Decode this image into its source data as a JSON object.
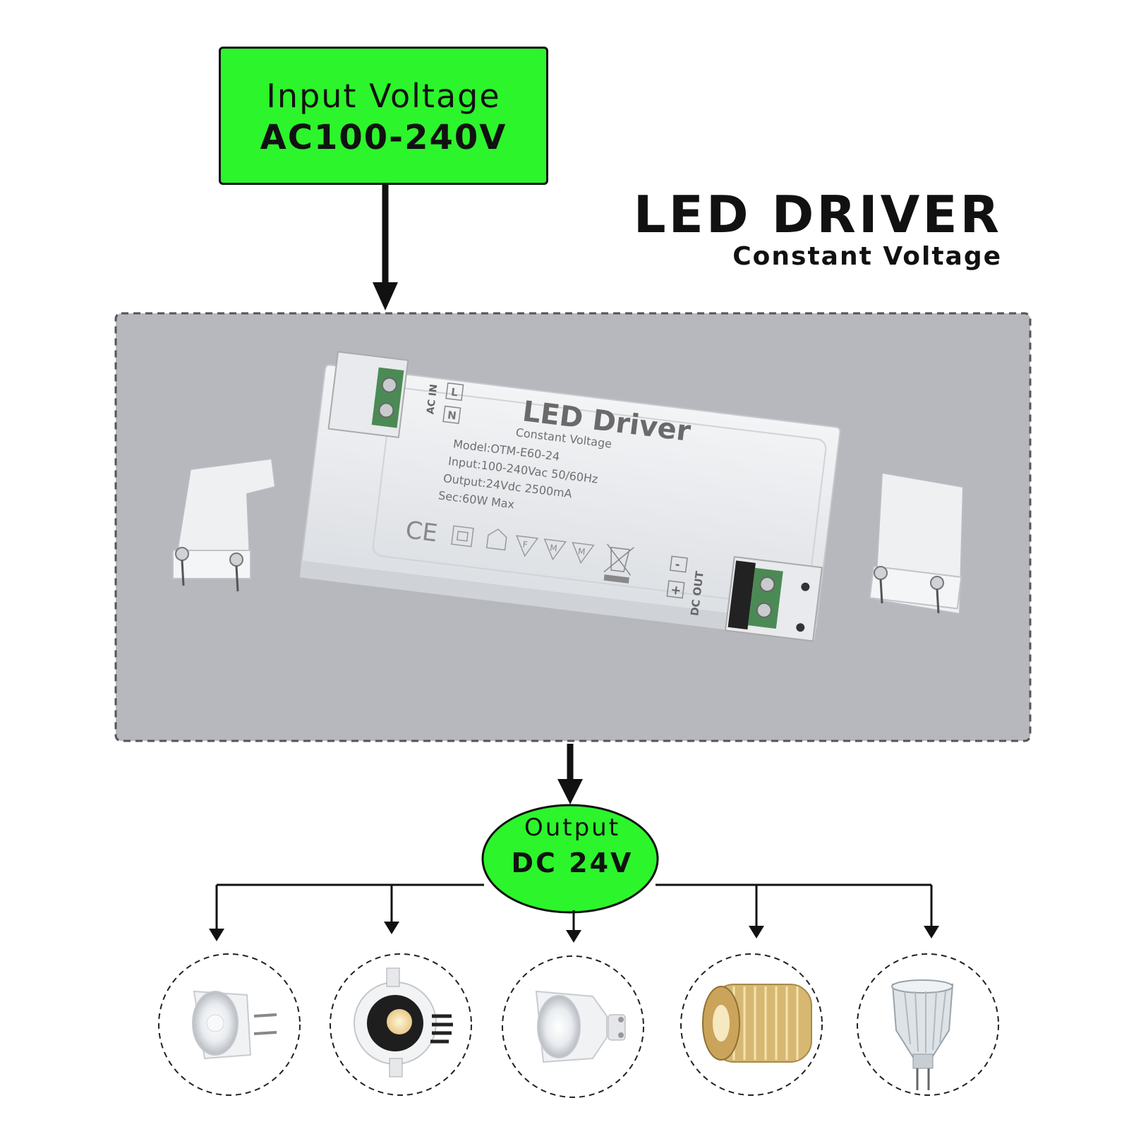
{
  "input": {
    "line1": "Input Voltage",
    "line2": "AC100-240V"
  },
  "title": {
    "main": "LED DRIVER",
    "sub": "Constant Voltage"
  },
  "output": {
    "line1": "Output",
    "line2": "DC 24V"
  },
  "device": {
    "heading": "LED Driver",
    "subheading": "Constant Voltage",
    "model": "Model:OTM-E60-24",
    "input_spec": "Input:100-240Vac 50/60Hz",
    "output_spec": "Output:24Vdc  2500mA",
    "power_spec": "Sec:60W Max",
    "ac_in": "AC IN",
    "dc_out": "DC OUT",
    "term_l": "L",
    "term_n": "N",
    "term_minus": "-",
    "term_plus": "+",
    "ce_mark": "CE",
    "mark_f": "F",
    "mark_m1": "M",
    "mark_m2": "M"
  },
  "loads": [
    {
      "kind": "mr16-spot-bulb"
    },
    {
      "kind": "recessed-downlight"
    },
    {
      "kind": "gu10-spot-bulb"
    },
    {
      "kind": "led-strip-reel"
    },
    {
      "kind": "mr11-glass-bulb"
    }
  ],
  "colors": {
    "accent_green": "#2cf52c",
    "device_bg": "#b6b8bd",
    "ink": "#111111"
  }
}
